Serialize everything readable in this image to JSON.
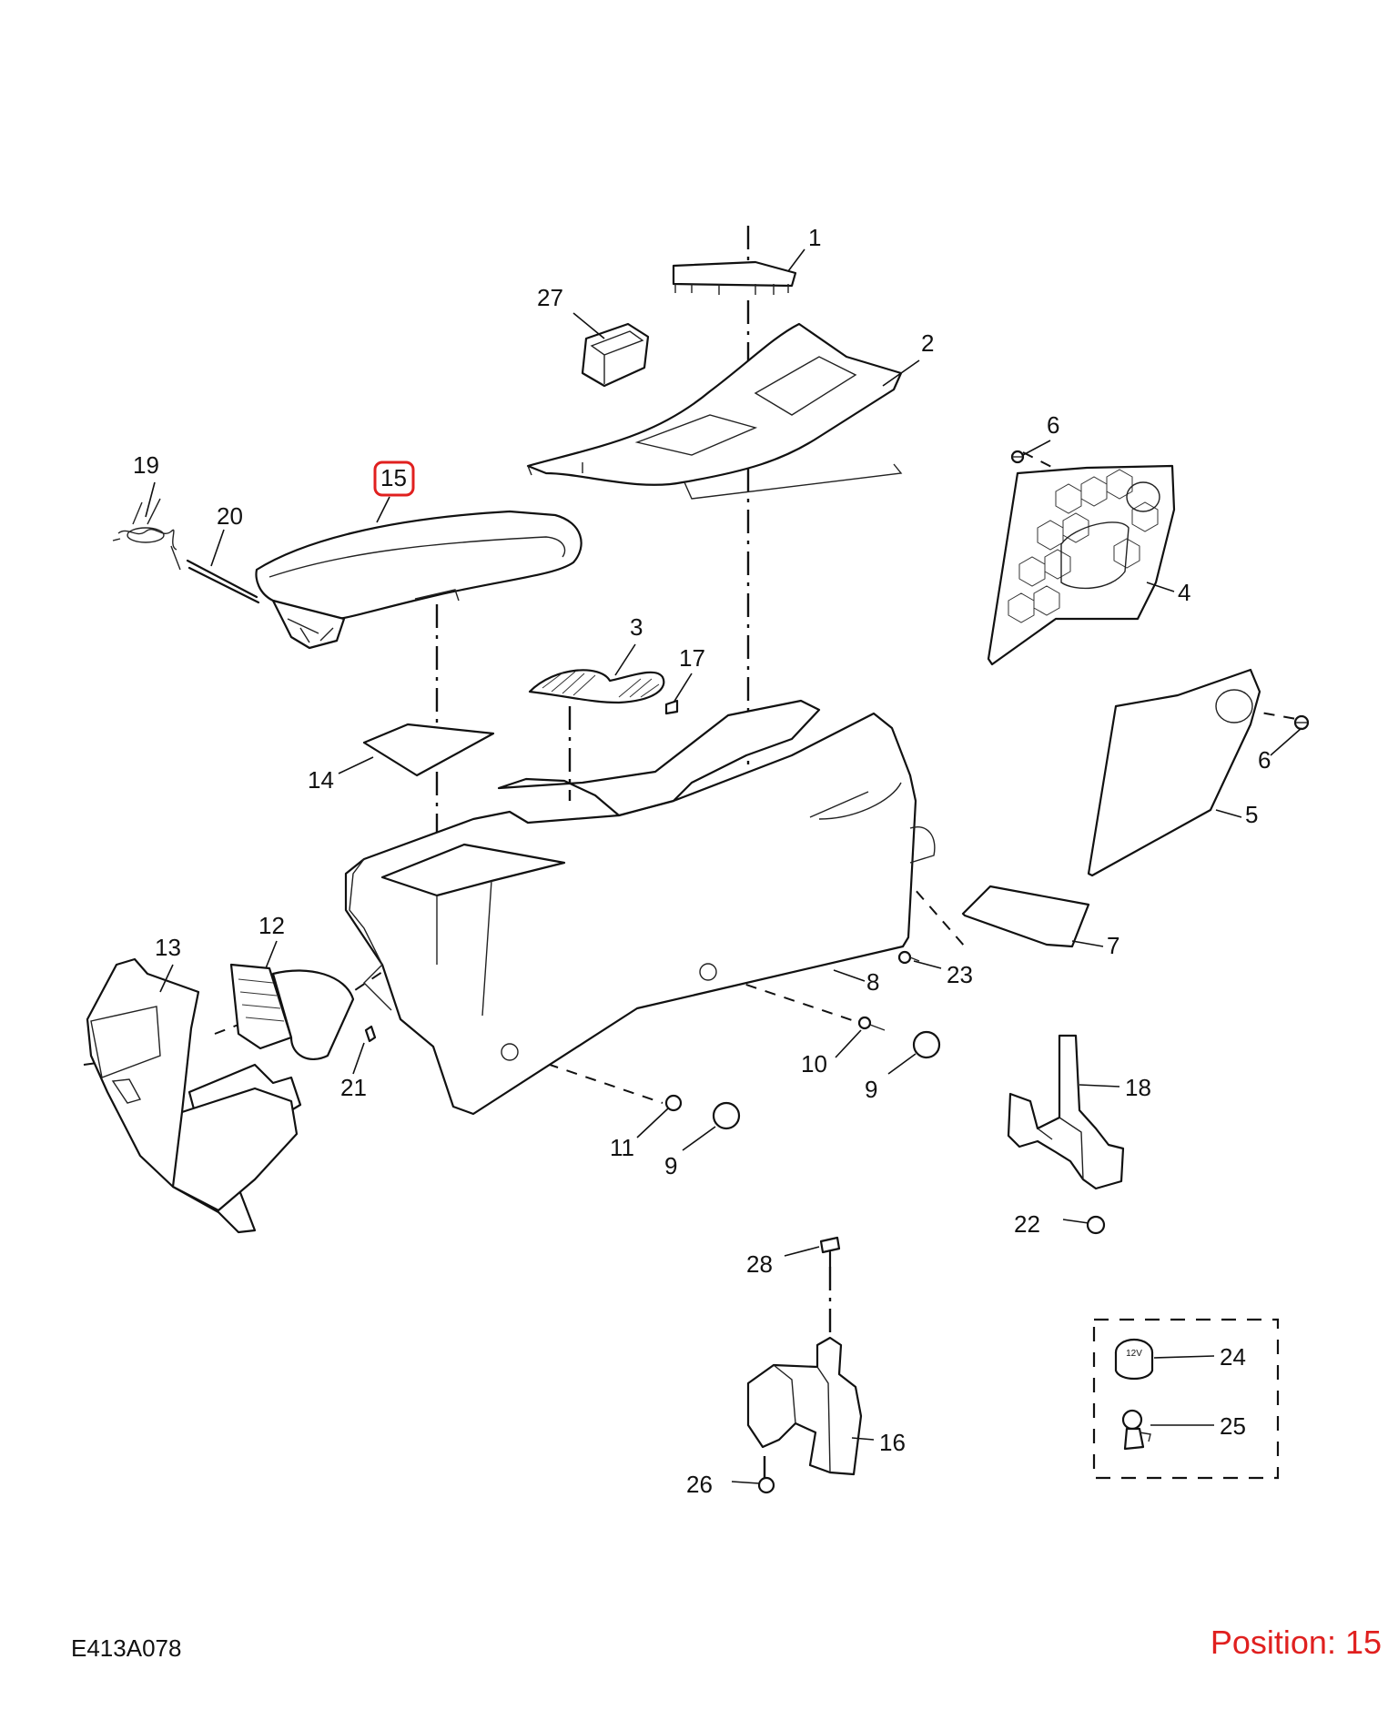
{
  "diagram": {
    "drawing_code": "E413A078",
    "position_label": "Position: 15",
    "highlighted_callout": "15",
    "highlight_color": "#e0201f",
    "line_color": "#111111",
    "callouts": {
      "c1": "1",
      "c2": "2",
      "c3": "3",
      "c4": "4",
      "c5": "5",
      "c6a": "6",
      "c6b": "6",
      "c7": "7",
      "c8": "8",
      "c9a": "9",
      "c9b": "9",
      "c10": "10",
      "c11": "11",
      "c12": "12",
      "c13": "13",
      "c14": "14",
      "c15": "15",
      "c16": "16",
      "c17": "17",
      "c18": "18",
      "c19": "19",
      "c20": "20",
      "c21": "21",
      "c22": "22",
      "c23": "23",
      "c24": "24",
      "c25": "25",
      "c26": "26",
      "c27": "27",
      "c28": "28"
    },
    "socket_marking": "12V"
  }
}
